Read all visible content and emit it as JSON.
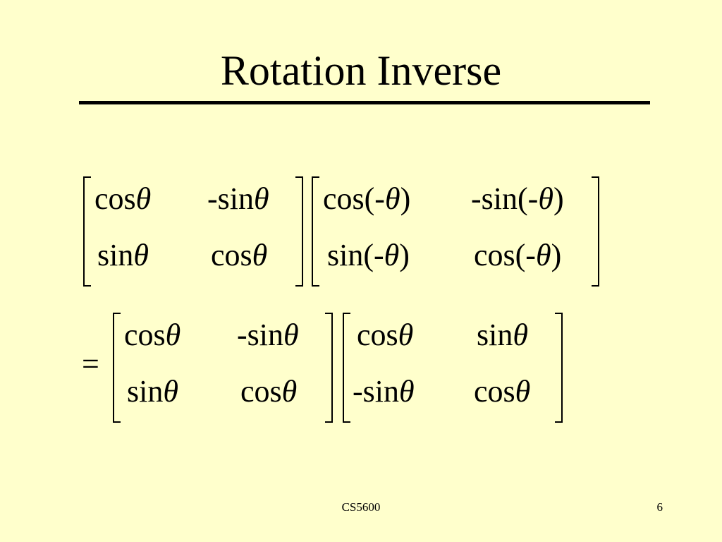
{
  "slide": {
    "title": "Rotation Inverse",
    "footer_center": "CS5600",
    "footer_page": "6"
  },
  "line1": {
    "m1": [
      [
        "cos",
        "-sin"
      ],
      [
        "sin",
        "cos"
      ]
    ],
    "m2": [
      [
        "cos(-",
        "-sin(-"
      ],
      [
        "sin(-",
        "cos(-"
      ]
    ],
    "theta": "θ",
    "close_paren": ")"
  },
  "line2": {
    "equals": "=",
    "m1": [
      [
        "cos",
        "-sin"
      ],
      [
        "sin",
        "cos"
      ]
    ],
    "m2": [
      [
        "cos",
        "sin"
      ],
      [
        "-sin",
        "cos"
      ]
    ],
    "theta": "θ"
  }
}
